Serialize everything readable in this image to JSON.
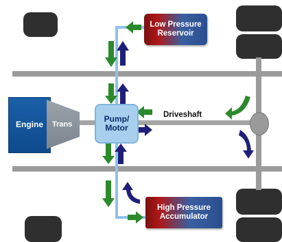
{
  "labels": {
    "engine": "Engine",
    "trans": "Trans",
    "pump_line1": "Pump/",
    "pump_line2": "Motor",
    "driveshaft": "Driveshaft",
    "reservoir_line1": "Low Pressure",
    "reservoir_line2": "Reservoir",
    "accumulator_line1": "High Pressure",
    "accumulator_line2": "Accumulator"
  },
  "colors": {
    "engine": "#0e4a8c",
    "pump": "#a8d0ee",
    "hydraulic_line": "#7fb3dc",
    "green_arrow": "#2c8a2c",
    "blue_arrow": "#1f1f7a",
    "tank_red": "#b01818",
    "tank_blue": "#2a4f90",
    "wheel": "#2f2f2f",
    "rail": "#9b9b9b"
  }
}
